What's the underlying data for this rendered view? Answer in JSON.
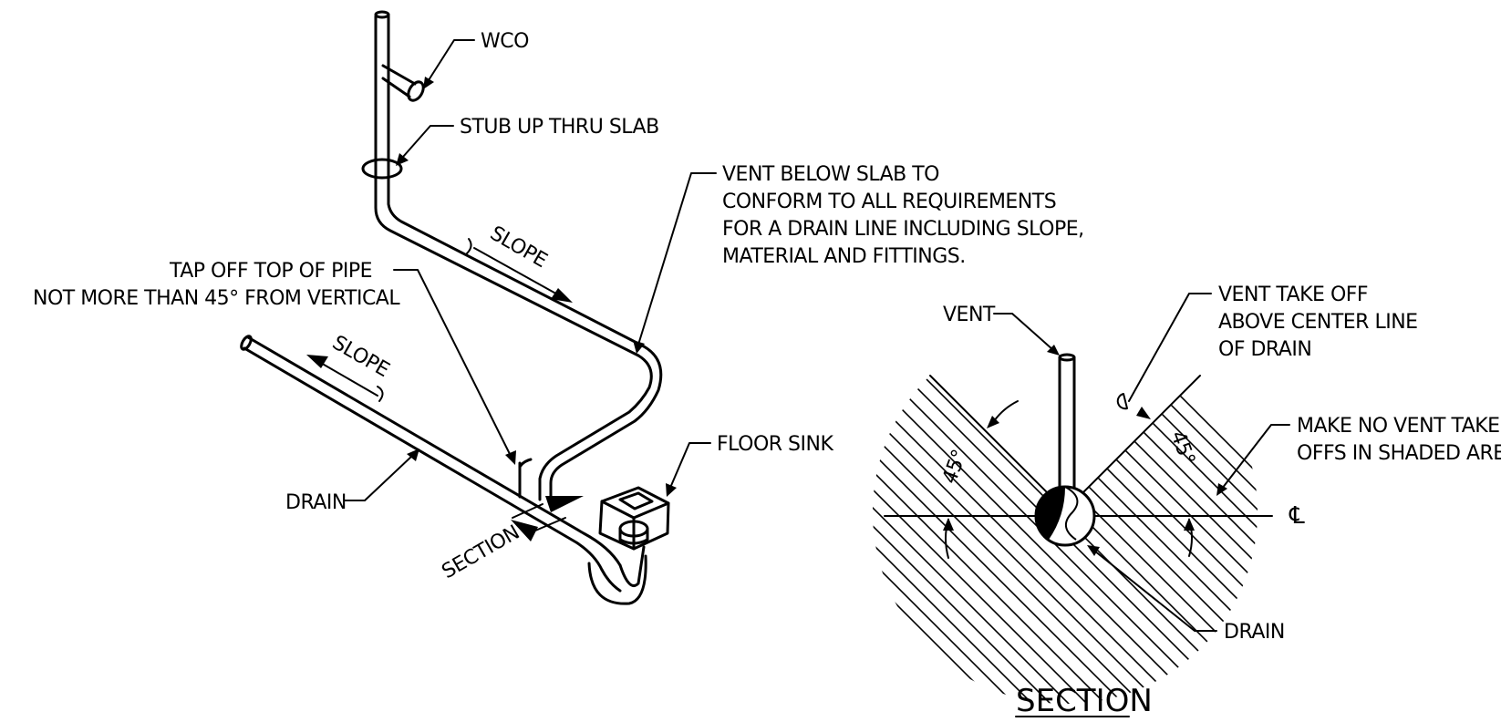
{
  "labels": {
    "wco": "WCO",
    "stub_up": "STUB UP THRU SLAB",
    "vent_below": [
      "VENT BELOW SLAB TO",
      "CONFORM TO ALL REQUIREMENTS",
      "FOR A DRAIN LINE INCLUDING SLOPE,",
      "MATERIAL AND FITTINGS."
    ],
    "slope_upper": "SLOPE",
    "slope_lower": "SLOPE",
    "tap_off": [
      "TAP OFF TOP OF PIPE",
      "NOT MORE THAN 45° FROM VERTICAL"
    ],
    "drain_left": "DRAIN",
    "floor_sink": "FLOOR SINK",
    "section_cut": "SECTION",
    "vent": "VENT",
    "vent_take_off": [
      "VENT TAKE OFF",
      "ABOVE CENTER LINE",
      "OF DRAIN"
    ],
    "make_no_vent": [
      "MAKE NO VENT TAKE",
      "OFFS IN SHADED ARE"
    ],
    "angle_left": "45°",
    "angle_right": "45°",
    "centerline": "℄",
    "drain_right": "DRAIN",
    "section_title": "SECTION"
  }
}
